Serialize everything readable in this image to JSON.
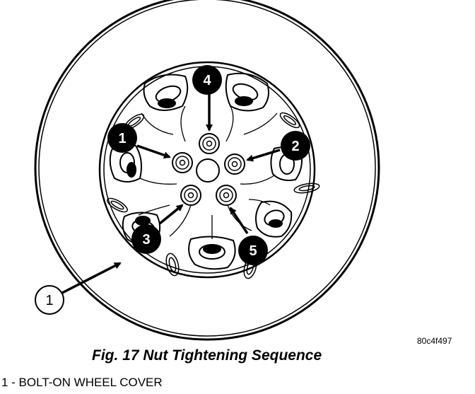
{
  "figure": {
    "reference_code": "80c4f497",
    "caption": "Fig. 17 Nut Tightening Sequence"
  },
  "callouts": [
    {
      "id": "1",
      "label": "1"
    },
    {
      "id": "2",
      "label": "2"
    },
    {
      "id": "3",
      "label": "3"
    },
    {
      "id": "4",
      "label": "4"
    },
    {
      "id": "5",
      "label": "5"
    }
  ],
  "part_callout": {
    "label": "1"
  },
  "legend": {
    "items": [
      {
        "text": "1 - BOLT-ON WHEEL COVER"
      }
    ]
  },
  "colors": {
    "ink": "#000000",
    "paper": "#ffffff"
  }
}
